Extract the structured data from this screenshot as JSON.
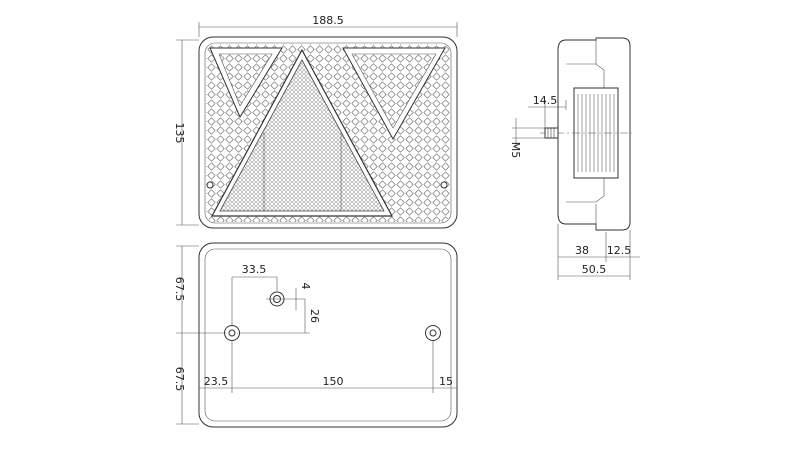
{
  "colors": {
    "line": "#333333",
    "background": "#ffffff"
  },
  "front_view": {
    "width_label": "188.5",
    "height_label": "135"
  },
  "rear_view": {
    "hole_offset_x_label": "33.5",
    "hole_diameter_label": "4",
    "hole_offset_y_label": "26",
    "upper_half_label": "67.5",
    "lower_half_label": "67.5",
    "left_margin_label": "23.5",
    "mount_spacing_label": "150",
    "right_margin_label": "15"
  },
  "side_view": {
    "stud_length_label": "14.5",
    "thread_label": "M5",
    "body_depth_label": "38",
    "lens_depth_label": "12.5",
    "total_depth_label": "50.5"
  }
}
